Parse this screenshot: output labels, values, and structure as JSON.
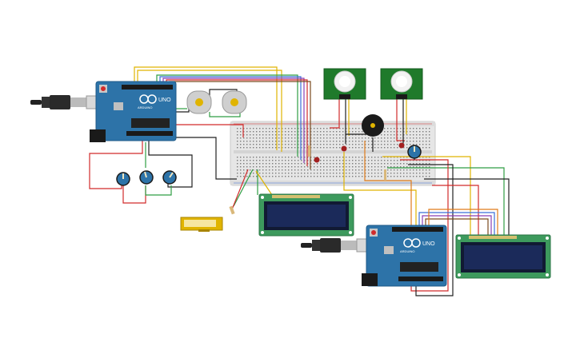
{
  "boards": {
    "left": {
      "label": "UNO",
      "sublabel": "ARDUINO"
    },
    "right": {
      "label": "UNO",
      "sublabel": "ARDUINO"
    }
  },
  "colors": {
    "board": "#2d73a8",
    "breadboard": "#e6e6e6",
    "lcd_frame": "#3d9a5d",
    "lcd_screen": "#1b2a5a",
    "pir_board": "#1f7a2b",
    "wire_red": "#d22b2b",
    "wire_black": "#222222",
    "wire_yellow": "#e0b400",
    "wire_green": "#2f9e44",
    "wire_blue": "#3a6fd8",
    "wire_purple": "#8a3fb3",
    "wire_orange": "#e07b1a",
    "wire_brown": "#7a4a1e"
  },
  "icons": {
    "usb_left": "usb-cable-icon",
    "usb_right": "usb-cable-icon",
    "buzzer": "buzzer-icon",
    "motor": "dc-motor-icon",
    "potentiometer": "potentiometer-icon",
    "pir": "pir-sensor-icon"
  }
}
